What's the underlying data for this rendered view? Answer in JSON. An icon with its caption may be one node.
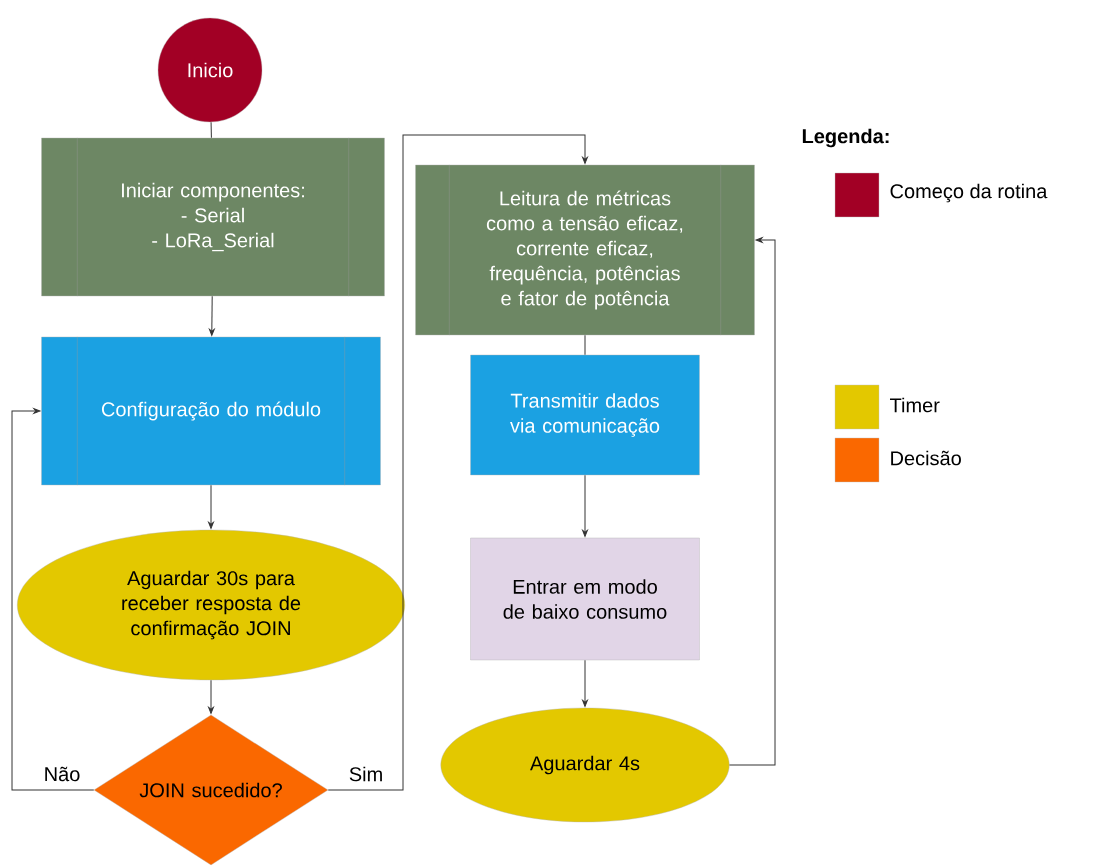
{
  "diagram": {
    "nodes": [
      {
        "text": [
          "Inicio"
        ]
      },
      {
        "text": [
          "Iniciar componentes:",
          "- Serial",
          "- LoRa_Serial"
        ]
      },
      {
        "text": [
          "Configuração do módulo"
        ]
      },
      {
        "text": [
          "Aguardar 30s para receber resposta de confirmação JOIN"
        ]
      },
      {
        "text": [
          "JOIN sucedido?"
        ]
      },
      {
        "text": [
          "Leitura de métricas como a tensão eficaz, corrente eficaz, frequência, potências e fator de potência"
        ]
      },
      {
        "text": [
          "Transmitir dados via comunicação"
        ]
      },
      {
        "text": [
          "Entrar em modo de baixo consumo"
        ]
      },
      {
        "text": [
          "Aguardar 4s"
        ]
      }
    ],
    "edges": [
      {
        "from": 0,
        "to": 1,
        "arrow": "none"
      },
      {
        "from": 1,
        "to": 2,
        "arrow": "to"
      },
      {
        "from": 2,
        "to": 3,
        "arrow": "to"
      },
      {
        "from": 3,
        "to": 4,
        "arrow": "to"
      },
      {
        "from": 4,
        "to": 2,
        "arrow": "to",
        "label": "Não"
      },
      {
        "from": 4,
        "to": 5,
        "arrow": "to",
        "label": "Sim"
      },
      {
        "from": 5,
        "to": 6,
        "arrow": "none"
      },
      {
        "from": 6,
        "to": 7,
        "arrow": "to"
      },
      {
        "from": 7,
        "to": 8,
        "arrow": "to"
      },
      {
        "from": 8,
        "to": 5,
        "arrow": "to"
      }
    ],
    "labels": [
      "Legenda:"
    ],
    "legend": [
      {
        "text": "Começo da rotina",
        "color": "#a20025"
      },
      {
        "text": "Timer",
        "color": "#e3c800"
      },
      {
        "text": "Decisão",
        "color": "#fa6800"
      }
    ]
  }
}
